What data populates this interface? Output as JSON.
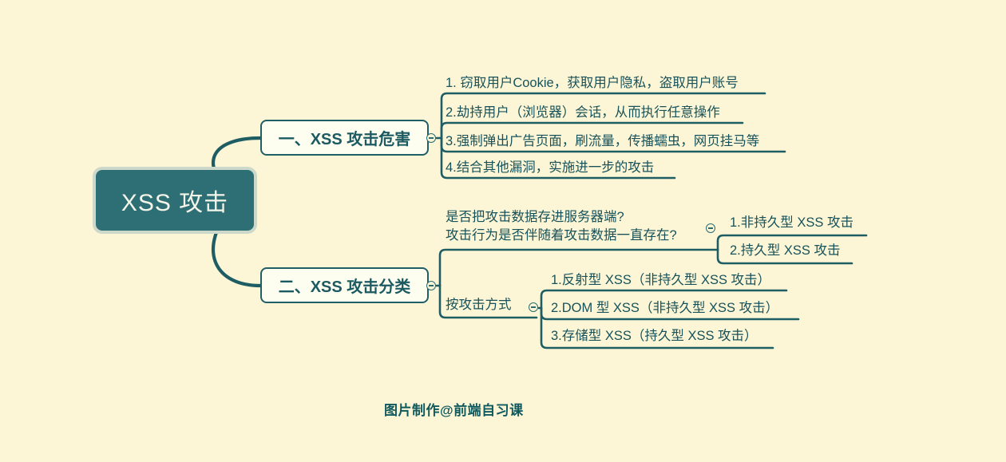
{
  "mindmap": {
    "root": "XSS 攻击",
    "branch1": {
      "label": "一、XSS 攻击危害",
      "items": [
        "1. 窃取用户Cookie，获取用户隐私，盗取用户账号",
        "2.劫持用户（浏览器）会话，从而执行任意操作",
        "3.强制弹出广告页面，刷流量，传播蠕虫，网页挂马等",
        "4.结合其他漏洞，实施进一步的攻击"
      ]
    },
    "branch2": {
      "label": "二、XSS 攻击分类",
      "question": {
        "line1": "是否把攻击数据存进服务器端?",
        "line2": "攻击行为是否伴随着攻击数据一直存在?",
        "items": [
          "1.非持久型 XSS 攻击",
          "2.持久型 XSS 攻击"
        ]
      },
      "by_method": {
        "label": "按攻击方式",
        "items": [
          "1.反射型 XSS（非持久型 XSS 攻击）",
          "2.DOM 型 XSS（非持久型 XSS 攻击）",
          "3.存储型 XSS（持久型 XSS 攻击）"
        ]
      }
    }
  },
  "footer": "图片制作@前端自习课",
  "icons": {
    "collapse": "minus-icon"
  },
  "colors": {
    "background": "#fdf6d6",
    "line": "#1e5d64",
    "topic_text": "#17525a",
    "root_fill": "#2e6f75",
    "root_border": "#ccd8ca",
    "root_text": "#f3f5e9",
    "node_fill": "#fdfdf0",
    "node_border": "#215f66"
  }
}
